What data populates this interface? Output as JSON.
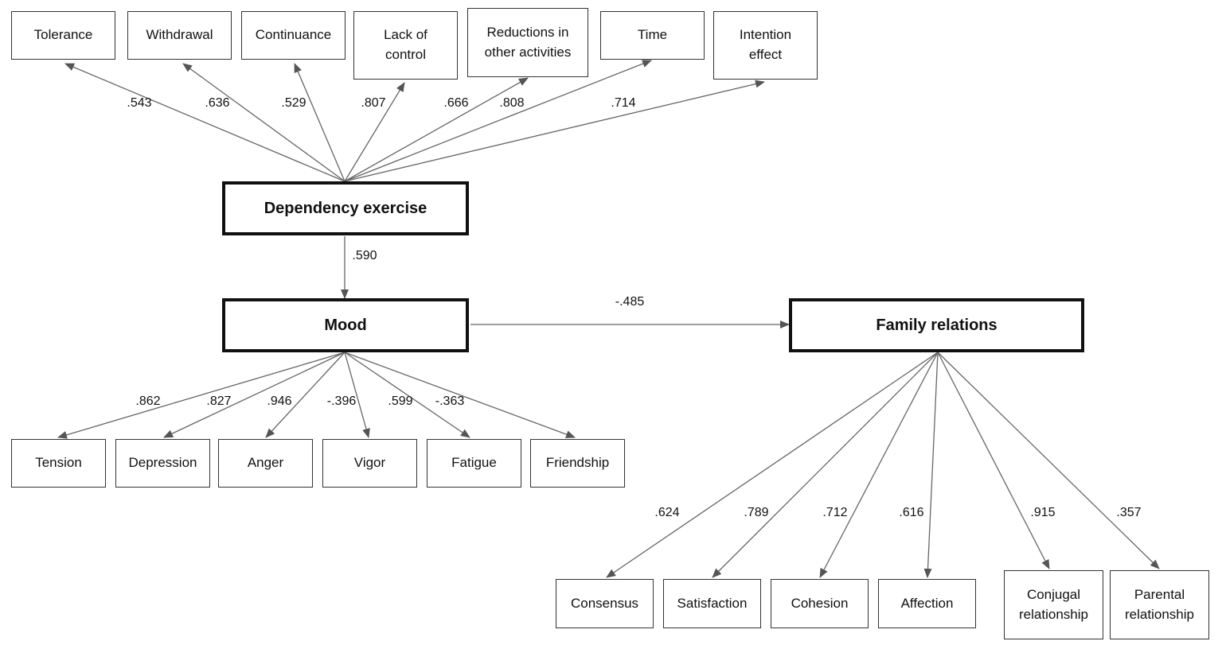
{
  "nodes": {
    "tolerance": "Tolerance",
    "withdrawal": "Withdrawal",
    "continuance": "Continuance",
    "lack_of_control": [
      "Lack of",
      "control"
    ],
    "reductions": [
      "Reductions in",
      "other activities"
    ],
    "time": "Time",
    "intention": [
      "Intention",
      "effect"
    ],
    "dependency": "Dependency exercise",
    "mood": "Mood",
    "family": "Family relations",
    "tension": "Tension",
    "depression": "Depression",
    "anger": "Anger",
    "vigor": "Vigor",
    "fatigue": "Fatigue",
    "friendship": "Friendship",
    "consensus": "Consensus",
    "satisfaction": "Satisfaction",
    "cohesion": "Cohesion",
    "affection": "Affection",
    "conjugal": [
      "Conjugal",
      "relationship"
    ],
    "parental": [
      "Parental",
      "relationship"
    ]
  },
  "coefficients": {
    "tolerance": ".543",
    "withdrawal": ".636",
    "continuance": ".529",
    "lack_of_control": ".807",
    "reductions": ".666",
    "time": ".808",
    "intention": ".714",
    "dependency_mood": ".590",
    "mood_family": "-.485",
    "tension": ".862",
    "depression": ".827",
    "anger": ".946",
    "vigor": "-.396",
    "fatigue": ".599",
    "friendship": "-.363",
    "consensus": ".624",
    "satisfaction": ".789",
    "cohesion": ".712",
    "affection": ".616",
    "conjugal": ".915",
    "parental": ".357"
  }
}
